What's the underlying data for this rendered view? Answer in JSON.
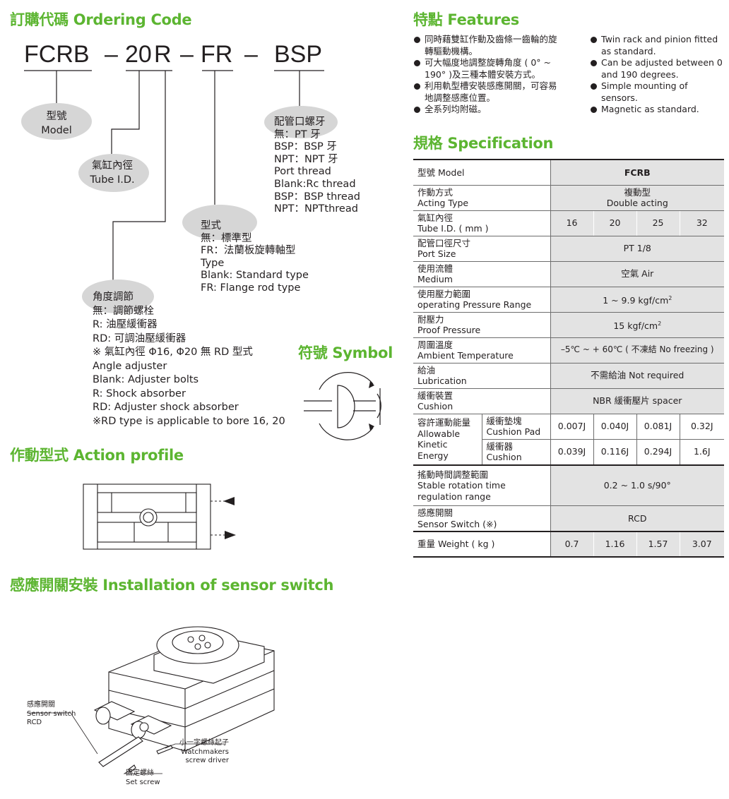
{
  "ordering": {
    "title": "訂購代碼 Ordering Code",
    "code": {
      "model": "FCRB",
      "dash1": "–",
      "bore": "20",
      "angle": "R",
      "dash2": "–",
      "type": "FR",
      "dash3": "–",
      "port": "BSP"
    },
    "model_label": [
      "型號",
      "Model"
    ],
    "tube_label": [
      "氣缸內徑",
      "Tube I.D."
    ],
    "port_label": [
      "配管口螺牙",
      "無：PT 牙",
      "BSP：BSP 牙",
      "NPT：NPT 牙",
      "Port thread",
      "Blank:Rc thread",
      "BSP：BSP thread",
      "NPT：NPTthread"
    ],
    "type_label": [
      "型式",
      "無：標準型",
      "FR：法蘭板旋轉軸型",
      "Type",
      "Blank: Standard type",
      "FR: Flange rod type"
    ],
    "angle_label": [
      "角度調節",
      "無：調節螺栓",
      "R: 油壓緩衝器",
      "RD: 可調油壓緩衝器",
      "※ 氣缸內徑 Φ16, Φ20 無 RD 型式",
      "Angle adjuster",
      "Blank: Adjuster bolts",
      "R: Shock absorber",
      "RD: Adjuster shock absorber",
      "※RD type is applicable to bore 16, 20"
    ]
  },
  "symbol": {
    "title": "符號 Symbol"
  },
  "action": {
    "title": "作動型式 Action profile"
  },
  "sensor": {
    "title": "感應開關安裝 Installation of sensor switch",
    "labels": {
      "switch": [
        "感應開關",
        "Sensor switch",
        "RCD"
      ],
      "driver": [
        "小一字螺絲起子",
        "Watchmakers",
        "screw driver"
      ],
      "screw": [
        "固定螺絲",
        "Set screw"
      ]
    }
  },
  "features": {
    "title": "特點 Features",
    "zh": [
      "同時藉雙缸作動及齒條一齒輪的旋轉驅動機構。",
      "可大幅度地調整旋轉角度 ( 0° ~ 190° )及三種本體安裝方式。",
      "利用軌型槽安裝感應開關，可容易地調整感應位置。",
      "全系列均附磁。"
    ],
    "en": [
      "Twin rack and pinion fitted as standard.",
      "Can be adjusted between 0 and 190 degrees.",
      "Simple mounting of sensors.",
      "Magnetic as standard."
    ]
  },
  "spec": {
    "title": "規格 Specification",
    "model": {
      "label": "型號 Model",
      "value": "FCRB"
    },
    "acting": {
      "zh": "作動方式",
      "en": "Acting Type",
      "v1": "複動型",
      "v2": "Double acting"
    },
    "tube": {
      "zh": "氣缸內徑",
      "en": "Tube I.D. ( mm )",
      "values": [
        "16",
        "20",
        "25",
        "32"
      ]
    },
    "port": {
      "zh": "配管口徑尺寸",
      "en": "Port Size",
      "value": "PT 1/8"
    },
    "medium": {
      "zh": "使用流體",
      "en": "Medium",
      "value": "空氣 Air"
    },
    "pressure": {
      "zh": "使用壓力範圍",
      "en": "operating Pressure Range",
      "value": "1 ~ 9.9 kgf/cm",
      "sup": "2"
    },
    "proof": {
      "zh": "耐壓力",
      "en": "Proof Pressure",
      "value": "15 kgf/cm",
      "sup": "2"
    },
    "temp": {
      "zh": "周圍溫度",
      "en": "Ambient Temperature",
      "value": "–5℃ ~ + 60℃ ( 不凍結 No freezing )"
    },
    "lub": {
      "zh": "給油",
      "en": "Lubrication",
      "value": "不需給油 Not required"
    },
    "cushion": {
      "zh": "緩衝裝置",
      "en": "Cushion",
      "value": "NBR 緩衝壓片 spacer"
    },
    "energy": {
      "zh": "容許運動能量",
      "en1": "Allowable",
      "en2": "Kinetic Energy",
      "pad_zh": "緩衝墊塊",
      "pad_en": "Cushion Pad",
      "pad_values": [
        "0.007J",
        "0.040J",
        "0.081J",
        "0.32J"
      ],
      "cush_zh": "緩衝器",
      "cush_en": "Cushion",
      "cush_values": [
        "0.039J",
        "0.116J",
        "0.294J",
        "1.6J"
      ]
    },
    "rotation": {
      "zh": "搖動時間調整範圍",
      "en1": "Stable rotation time",
      "en2": "regulation range",
      "value": "0.2 ~ 1.0 s/90°"
    },
    "switch": {
      "zh": "感應開關",
      "en": "Sensor Switch (※)",
      "value": "RCD"
    },
    "weight": {
      "label": "重量 Weight ( kg )",
      "values": [
        "0.7",
        "1.16",
        "1.57",
        "3.07"
      ]
    }
  }
}
